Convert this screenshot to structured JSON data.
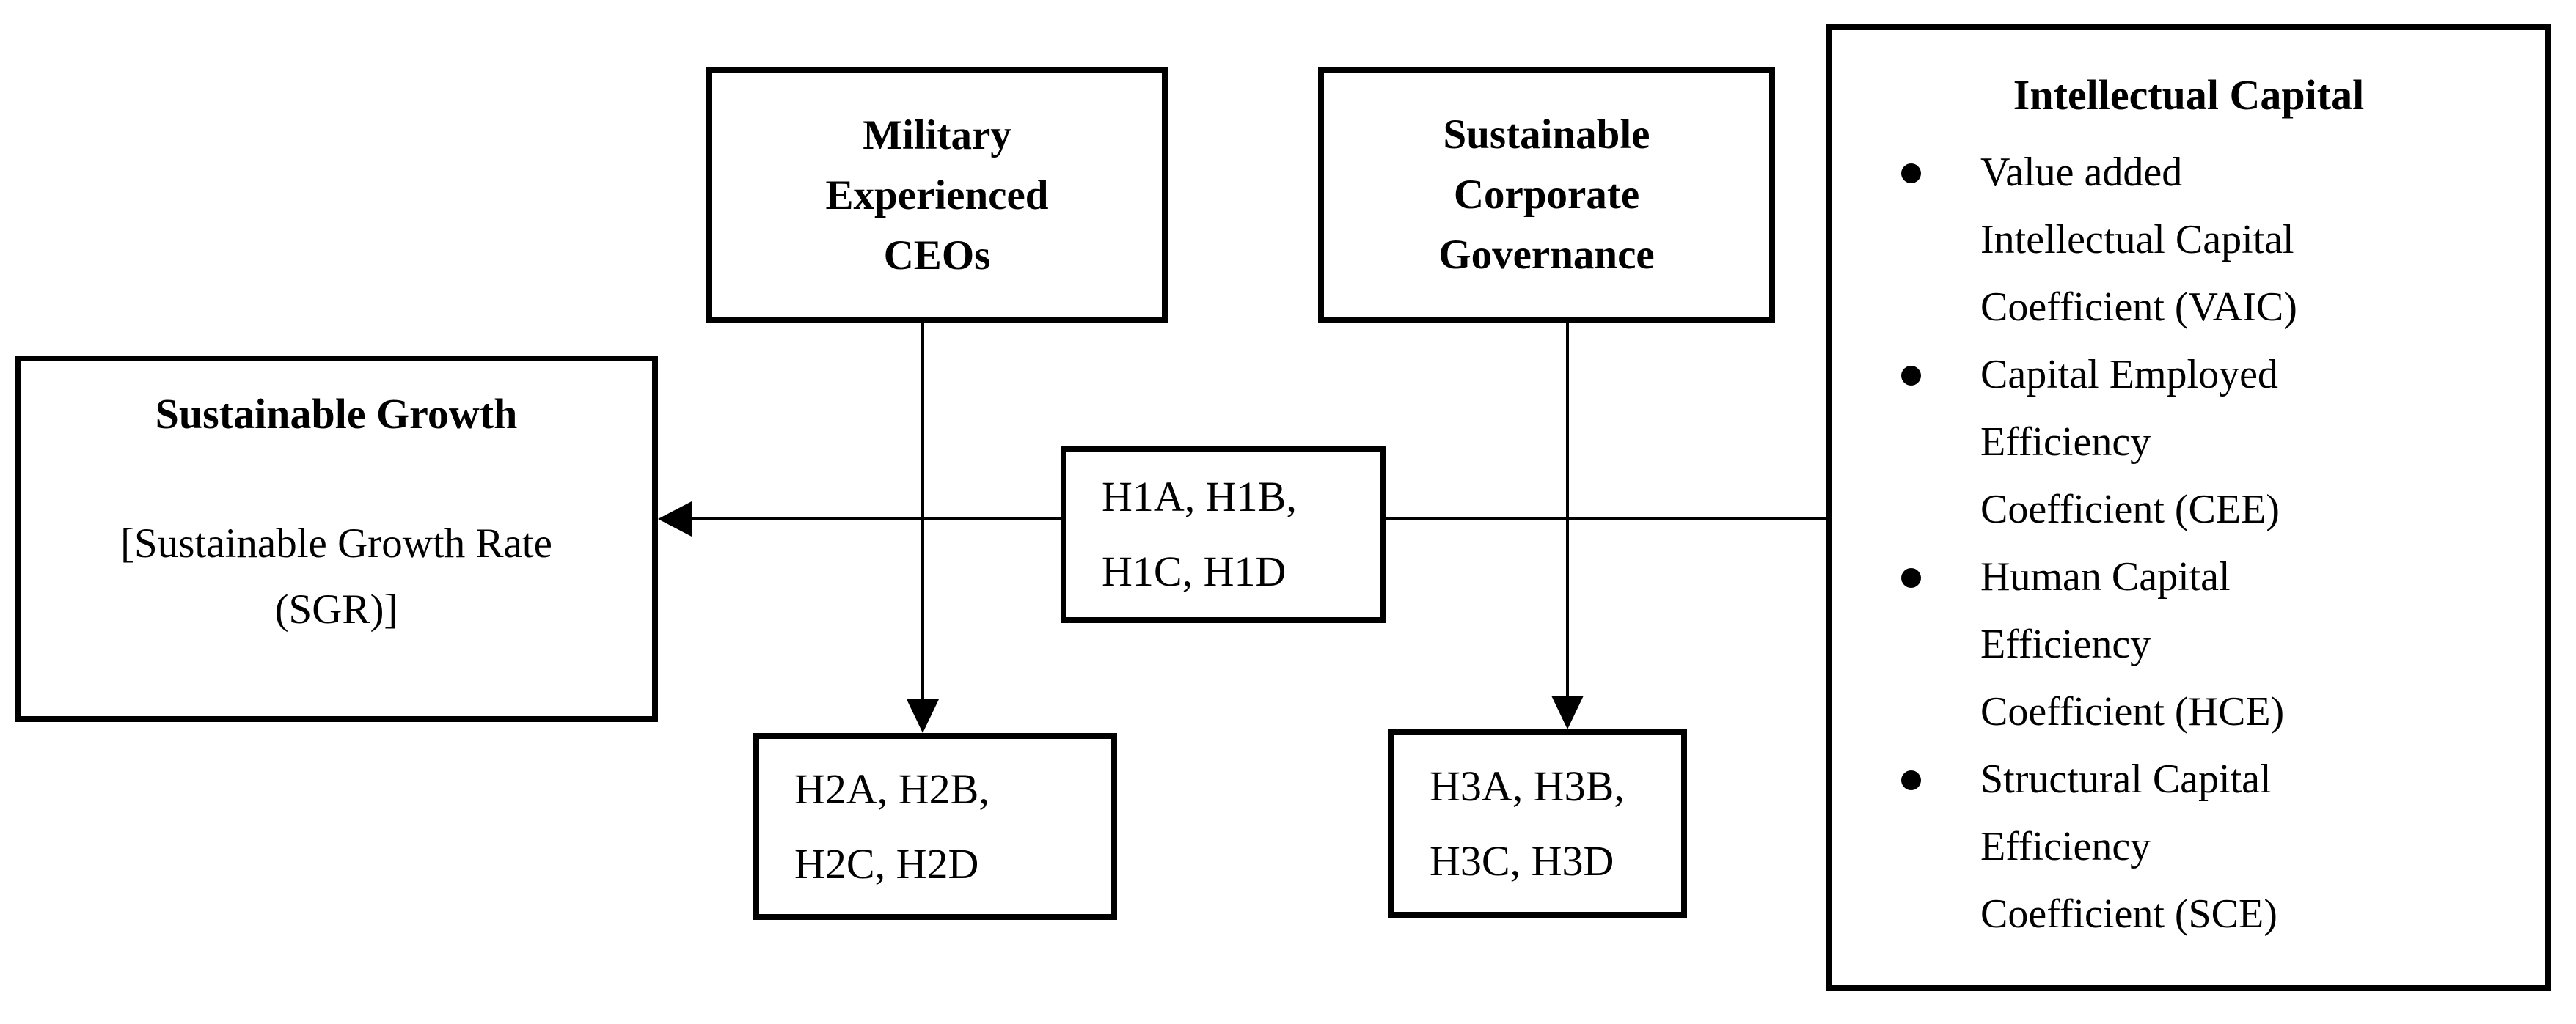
{
  "diagram": {
    "colors": {
      "line": "#000000",
      "background": "#ffffff",
      "text": "#000000"
    },
    "sustainable_growth_box": {
      "title": "Sustainable Growth",
      "subtitle_line1": "[Sustainable Growth Rate",
      "subtitle_line2": "(SGR)]"
    },
    "military_box": {
      "line1": "Military",
      "line2": "Experienced",
      "line3": "CEOs"
    },
    "governance_box": {
      "line1": "Sustainable",
      "line2": "Corporate",
      "line3": "Governance"
    },
    "intellectual_capital_box": {
      "title": "Intellectual Capital",
      "items": [
        {
          "line1": "Value added",
          "line2": "Intellectual Capital",
          "line3": "Coefficient (VAIC)"
        },
        {
          "line1": "Capital Employed",
          "line2": "Efficiency",
          "line3": "Coefficient (CEE)"
        },
        {
          "line1": "Human Capital",
          "line2": "Efficiency",
          "line3": "Coefficient (HCE)"
        },
        {
          "line1": "Structural Capital",
          "line2": "Efficiency",
          "line3": "Coefficient (SCE)"
        }
      ]
    },
    "h1_box": {
      "line1": "H1A, H1B,",
      "line2": "H1C, H1D"
    },
    "h2_box": {
      "line1": "H2A, H2B,",
      "line2": "H2C, H2D"
    },
    "h3_box": {
      "line1": "H3A, H3B,",
      "line2": "H3C, H3D"
    }
  }
}
